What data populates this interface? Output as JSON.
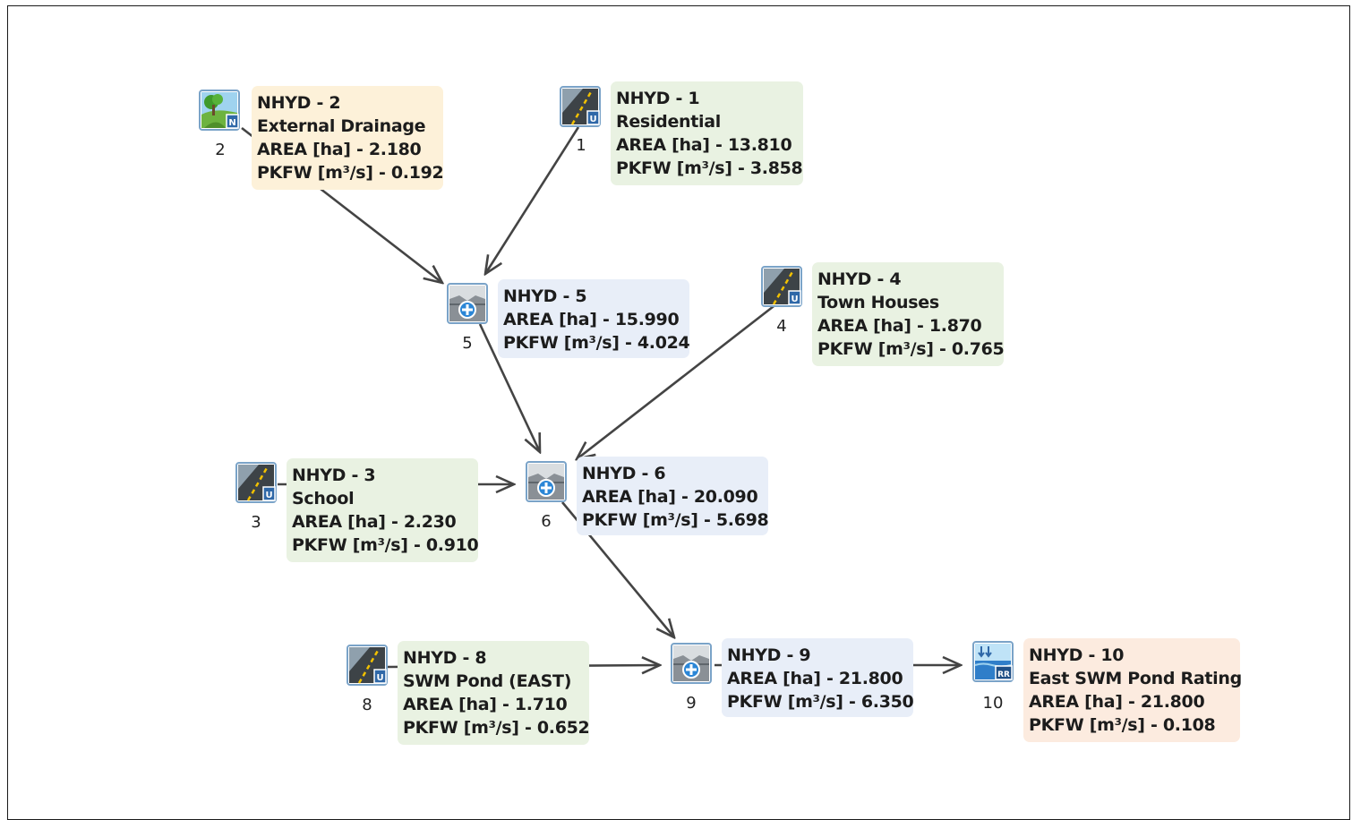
{
  "nodes": [
    {
      "id": "2",
      "number": "2",
      "kind": "external-drainage",
      "title": "NHYD - 2",
      "name": "External Drainage",
      "area_label": "AREA [ha]",
      "area": "2.180",
      "pkfw_label": "PKFW [m³/s]",
      "pkfw": "0.192",
      "color": "#fdf1d9"
    },
    {
      "id": "1",
      "number": "1",
      "kind": "urban-catchment",
      "title": "NHYD - 1",
      "name": "Residential",
      "area_label": "AREA [ha]",
      "area": "13.810",
      "pkfw_label": "PKFW [m³/s]",
      "pkfw": "3.858",
      "color": "#e9f2e2"
    },
    {
      "id": "5",
      "number": "5",
      "kind": "junction",
      "title": "NHYD - 5",
      "area_label": "AREA [ha]",
      "area": "15.990",
      "pkfw_label": "PKFW [m³/s]",
      "pkfw": "4.024",
      "color": "#e8eef8"
    },
    {
      "id": "4",
      "number": "4",
      "kind": "urban-catchment",
      "title": "NHYD - 4",
      "name": "Town Houses",
      "area_label": "AREA [ha]",
      "area": "1.870",
      "pkfw_label": "PKFW [m³/s]",
      "pkfw": "0.765",
      "color": "#e9f2e2"
    },
    {
      "id": "3",
      "number": "3",
      "kind": "urban-catchment",
      "title": "NHYD - 3",
      "name": "School",
      "area_label": "AREA [ha]",
      "area": "2.230",
      "pkfw_label": "PKFW [m³/s]",
      "pkfw": "0.910",
      "color": "#e9f2e2"
    },
    {
      "id": "6",
      "number": "6",
      "kind": "junction",
      "title": "NHYD - 6",
      "area_label": "AREA [ha]",
      "area": "20.090",
      "pkfw_label": "PKFW [m³/s]",
      "pkfw": "5.698",
      "color": "#e8eef8"
    },
    {
      "id": "8",
      "number": "8",
      "kind": "urban-catchment",
      "title": "NHYD - 8",
      "name": "SWM Pond (EAST)",
      "area_label": "AREA [ha]",
      "area": "1.710",
      "pkfw_label": "PKFW [m³/s]",
      "pkfw": "0.652",
      "color": "#e9f2e2"
    },
    {
      "id": "9",
      "number": "9",
      "kind": "junction",
      "title": "NHYD - 9",
      "area_label": "AREA [ha]",
      "area": "21.800",
      "pkfw_label": "PKFW [m³/s]",
      "pkfw": "6.350",
      "color": "#e8eef8"
    },
    {
      "id": "10",
      "number": "10",
      "kind": "pond-routing",
      "title": "NHYD - 10",
      "name": "East SWM Pond Rating",
      "area_label": "AREA [ha]",
      "area": "21.800",
      "pkfw_label": "PKFW [m³/s]",
      "pkfw": "0.108",
      "color": "#fcebdf"
    }
  ],
  "edges": [
    {
      "from": "2",
      "to": "5"
    },
    {
      "from": "1",
      "to": "5"
    },
    {
      "from": "5",
      "to": "6"
    },
    {
      "from": "4",
      "to": "6"
    },
    {
      "from": "3",
      "to": "6"
    },
    {
      "from": "6",
      "to": "9"
    },
    {
      "from": "8",
      "to": "9"
    },
    {
      "from": "9",
      "to": "10"
    }
  ],
  "edge_color": "#444444"
}
